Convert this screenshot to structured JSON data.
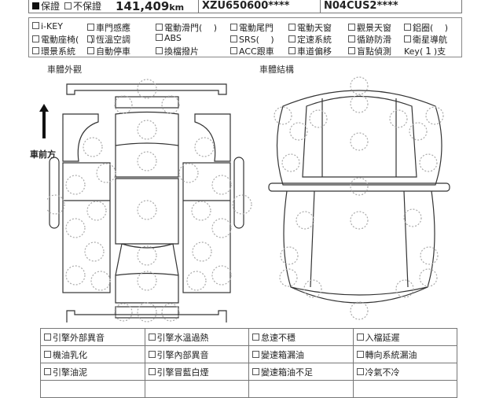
{
  "header": {
    "warranty": "保證",
    "no_warranty": "不保證",
    "warranty_checked": true,
    "mileage": "141,409",
    "mileage_unit": "km",
    "chassis": "XZU650600****",
    "model_code": "N04CUS2****"
  },
  "options": [
    {
      "label": "i-KEY"
    },
    {
      "label": "車門感應"
    },
    {
      "label": "電動滑門(　 )"
    },
    {
      "label": "電動尾門"
    },
    {
      "label": "電動天窗"
    },
    {
      "label": "觀景天窗"
    },
    {
      "label": "鋁圈(　 )"
    },
    {
      "label": "電動座椅(　 )"
    },
    {
      "label": "恆溫空調"
    },
    {
      "label": "ABS"
    },
    {
      "label": "SRS(　 )"
    },
    {
      "label": "定速系統"
    },
    {
      "label": "循跡防滑"
    },
    {
      "label": "衛星導航"
    },
    {
      "label": "環景系統"
    },
    {
      "label": "自動停車"
    },
    {
      "label": "換檔撥片"
    },
    {
      "label": "ACC跟車"
    },
    {
      "label": "車道偏移"
    },
    {
      "label": "盲點偵測"
    }
  ],
  "keys": {
    "prefix": "Key(",
    "count": "1",
    "suffix": ")支"
  },
  "diagrams": {
    "exterior_title": "車體外觀",
    "front_label": "車前方",
    "structure_title": "車體結構"
  },
  "checks": [
    [
      "引擎外部異音",
      "引擎水溫過熱",
      "怠速不穩",
      "入檔延遲"
    ],
    [
      "機油乳化",
      "引擎內部異音",
      "變速箱漏油",
      "轉向系統漏油"
    ],
    [
      "引擎油泥",
      "引擎冒藍白煙",
      "變速箱油不足",
      "冷氣不冷"
    ]
  ]
}
